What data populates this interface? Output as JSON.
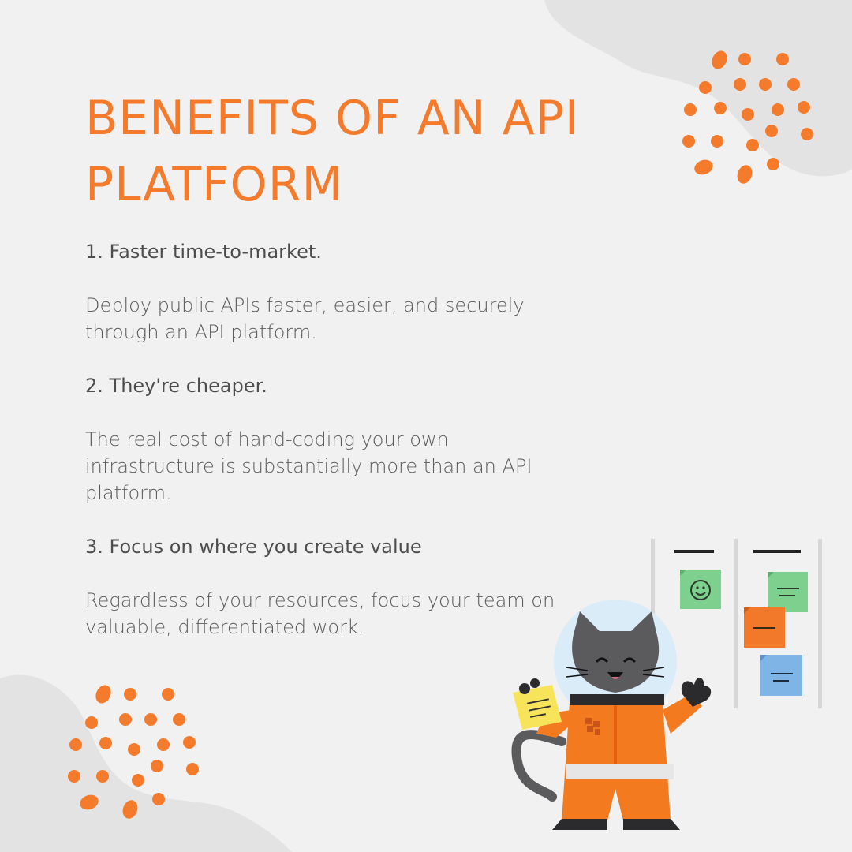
{
  "title": "BENEFITS OF AN API PLATFORM",
  "benefits": [
    {
      "heading": "1. Faster time-to-market.",
      "description": "Deploy public APIs faster, easier, and securely through an API platform."
    },
    {
      "heading": "2. They're cheaper.",
      "description": "The real cost of hand-coding your own infrastructure is substantially more than an API platform."
    },
    {
      "heading": "3. Focus on where you create value",
      "description": "Regardless of your resources, focus your team on valuable, differentiated work."
    }
  ],
  "colors": {
    "background": "#f2f1f1",
    "accent": "#f47a2c",
    "blob": "#e2e1e1",
    "text": "#555555"
  },
  "illustration": {
    "subject": "astronaut-cat-with-sticky-note-board"
  }
}
